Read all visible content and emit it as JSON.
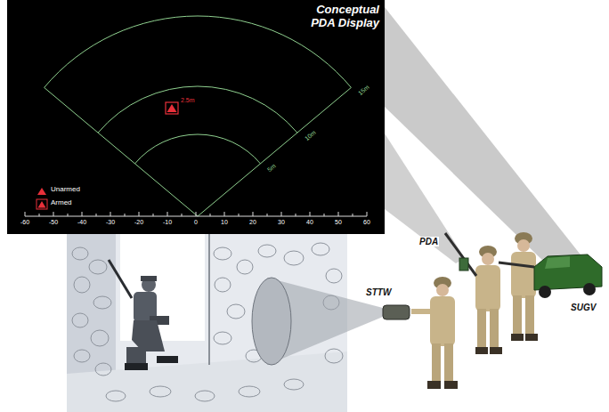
{
  "diagram": {
    "title": "Conceptual PDA Display",
    "labels": [
      "-60",
      "-50",
      "-40",
      "-30",
      "-20",
      "-10",
      "0",
      "10",
      "20",
      "30",
      "40",
      "50",
      "60",
      "2.5m",
      "5m",
      "10m",
      "15m",
      "PDA",
      "STTW",
      "SUGV"
    ],
    "legend": [
      {
        "text": "Unarmed"
      },
      {
        "text": "Armed"
      }
    ]
  }
}
